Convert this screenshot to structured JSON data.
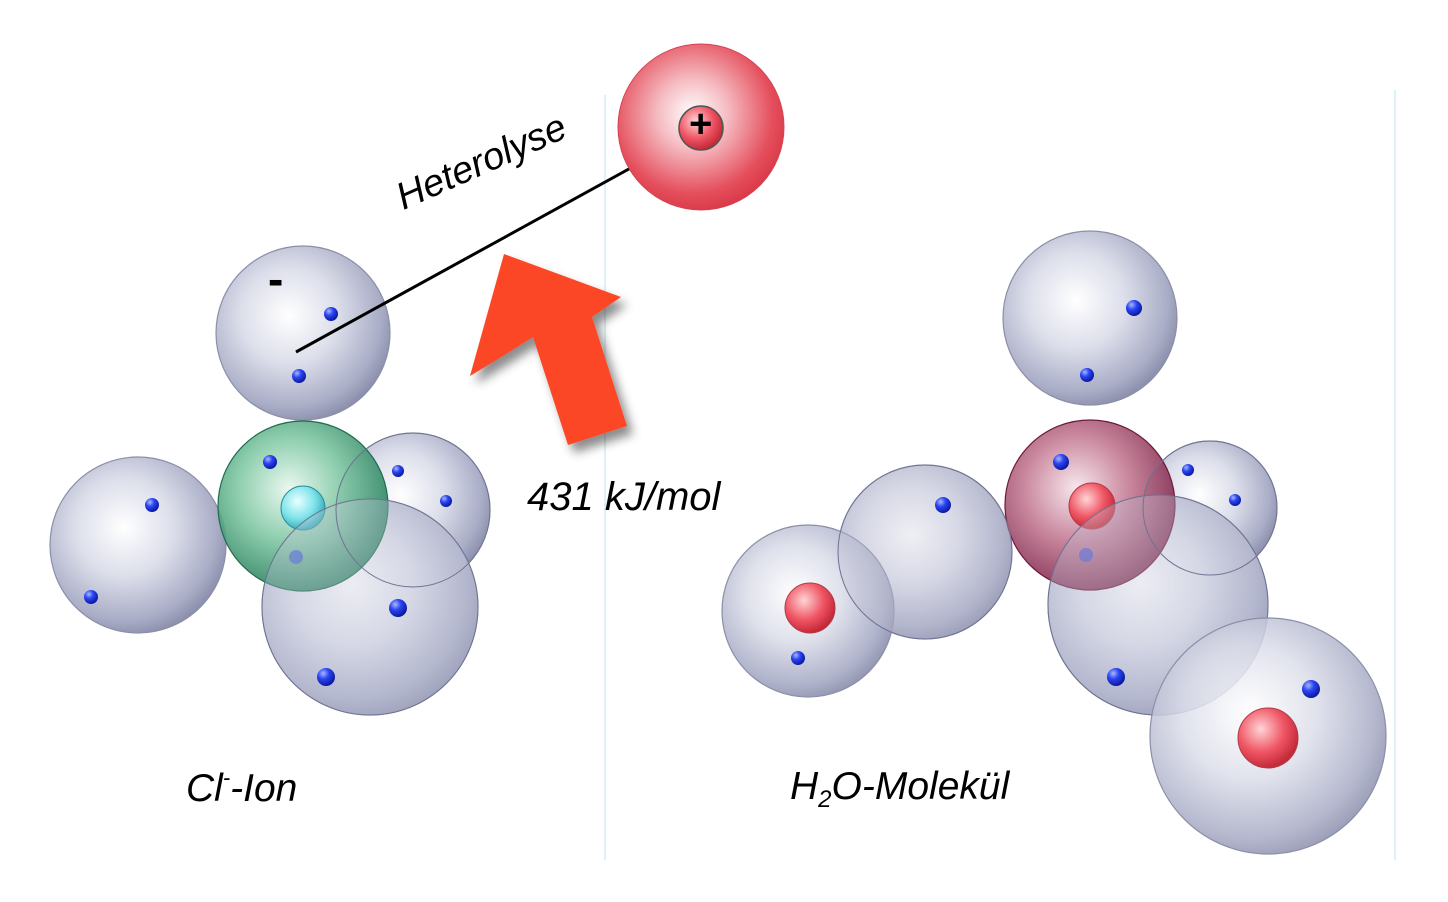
{
  "labels": {
    "reaction": "Heterolyse",
    "energy": "431 kJ/mol",
    "chloride_ion_prefix": "Cl",
    "chloride_ion_sup": "-",
    "chloride_ion_suffix": "-Ion",
    "water_prefix": "H",
    "water_sub": "2",
    "water_suffix": "O-Molekül",
    "negative_charge": "-",
    "positive_charge": "+"
  },
  "colors": {
    "orbital": "#b9bdd2",
    "electron": "#1a2fd6",
    "chlorine_core": "#2f9b74",
    "oxygen_core": "#9a2f58",
    "proton": "#e8404e",
    "energy_arrow": "#fb4626",
    "guide_line": "#cfeef6"
  }
}
